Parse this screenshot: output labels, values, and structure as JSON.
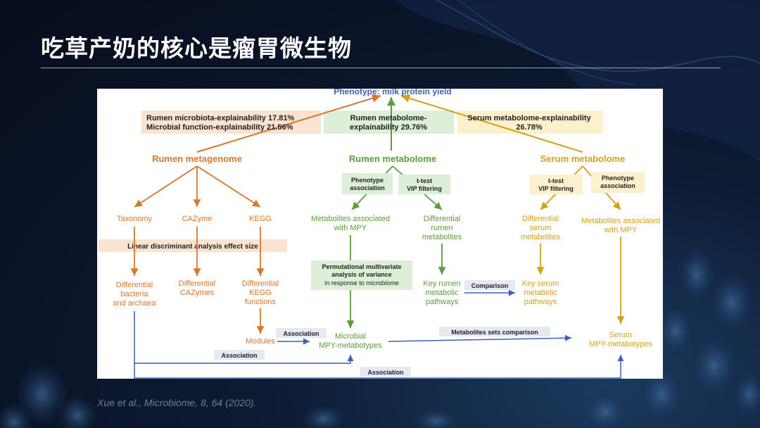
{
  "slide": {
    "title": "吃草产奶的核心是瘤胃微生物",
    "citation": "Xue et al., Microbiome, 8, 64 (2020)."
  },
  "colors": {
    "orange": "#d9762b",
    "green": "#5a9e3c",
    "gold": "#d4a019",
    "blue": "#3a62b5",
    "orange_bg": "#fbe3d2",
    "green_bg": "#deefd8",
    "gold_bg": "#fdf0cc"
  },
  "diagram": {
    "phenotype": "Phenotype: milk protein yield",
    "explain": {
      "microbiota": "Rumen microbiota-explainability 17.81%",
      "function": "Microbial function-explainability 21.56%",
      "rumen_met_1": "Rumen metabolome-",
      "rumen_met_2": "explainability 29.76%",
      "serum_met_1": "Serum metabolome-explainability",
      "serum_met_2": "26.78%"
    },
    "heads": {
      "metagenome": "Rumen metagenome",
      "rumen_metabolome": "Rumen metabolome",
      "serum_metabolome": "Serum metabolome"
    },
    "meta": {
      "taxonomy": "Taxonomy",
      "cazyme": "CAZyme",
      "kegg": "KEGG",
      "lda": "Linear discriminant analysis effect size",
      "diff_bact_1": "Differential",
      "diff_bact_2": "bacteria",
      "diff_bact_3": "and archaea",
      "diff_caz_1": "Differential",
      "diff_caz_2": "CAZymes",
      "diff_kegg_1": "Differential",
      "diff_kegg_2": "KEGG",
      "diff_kegg_3": "functions",
      "modules": "Modules"
    },
    "rumen": {
      "pheno_assoc_1": "Phenotype",
      "pheno_assoc_2": "association",
      "ttest_1": "t-test",
      "ttest_2": "VIP filtering",
      "met_assoc_1": "Metabolites associated",
      "met_assoc_2": "with MPY",
      "diff_rumen_1": "Differential",
      "diff_rumen_2": "rumen",
      "diff_rumen_3": "metabolites",
      "perm_1": "Permutational multivariate",
      "perm_2": "analysis of variance",
      "perm_3": "in response to microbiome",
      "key_rumen_1": "Key rumen",
      "key_rumen_2": "metabolic",
      "key_rumen_3": "pathways",
      "microbial_1": "Microbial",
      "microbial_2": "MPY-metabotypes"
    },
    "serum": {
      "ttest_1": "t-test",
      "ttest_2": "VIP filtering",
      "pheno_assoc_1": "Phenotype",
      "pheno_assoc_2": "association",
      "diff_serum_1": "Differential",
      "diff_serum_2": "serum",
      "diff_serum_3": "metabolites",
      "met_assoc_1": "Metabolites associated",
      "met_assoc_2": "with MPY",
      "key_serum_1": "Key serum",
      "key_serum_2": "metabolic",
      "key_serum_3": "pathways",
      "serum_mpy_1": "Serum",
      "serum_mpy_2": "MPY-metabotypes"
    },
    "links": {
      "comparison": "Comparison",
      "association": "Association",
      "met_sets": "Metabolites sets comparison",
      "association_low": "Association",
      "association_bottom": "Association"
    }
  }
}
